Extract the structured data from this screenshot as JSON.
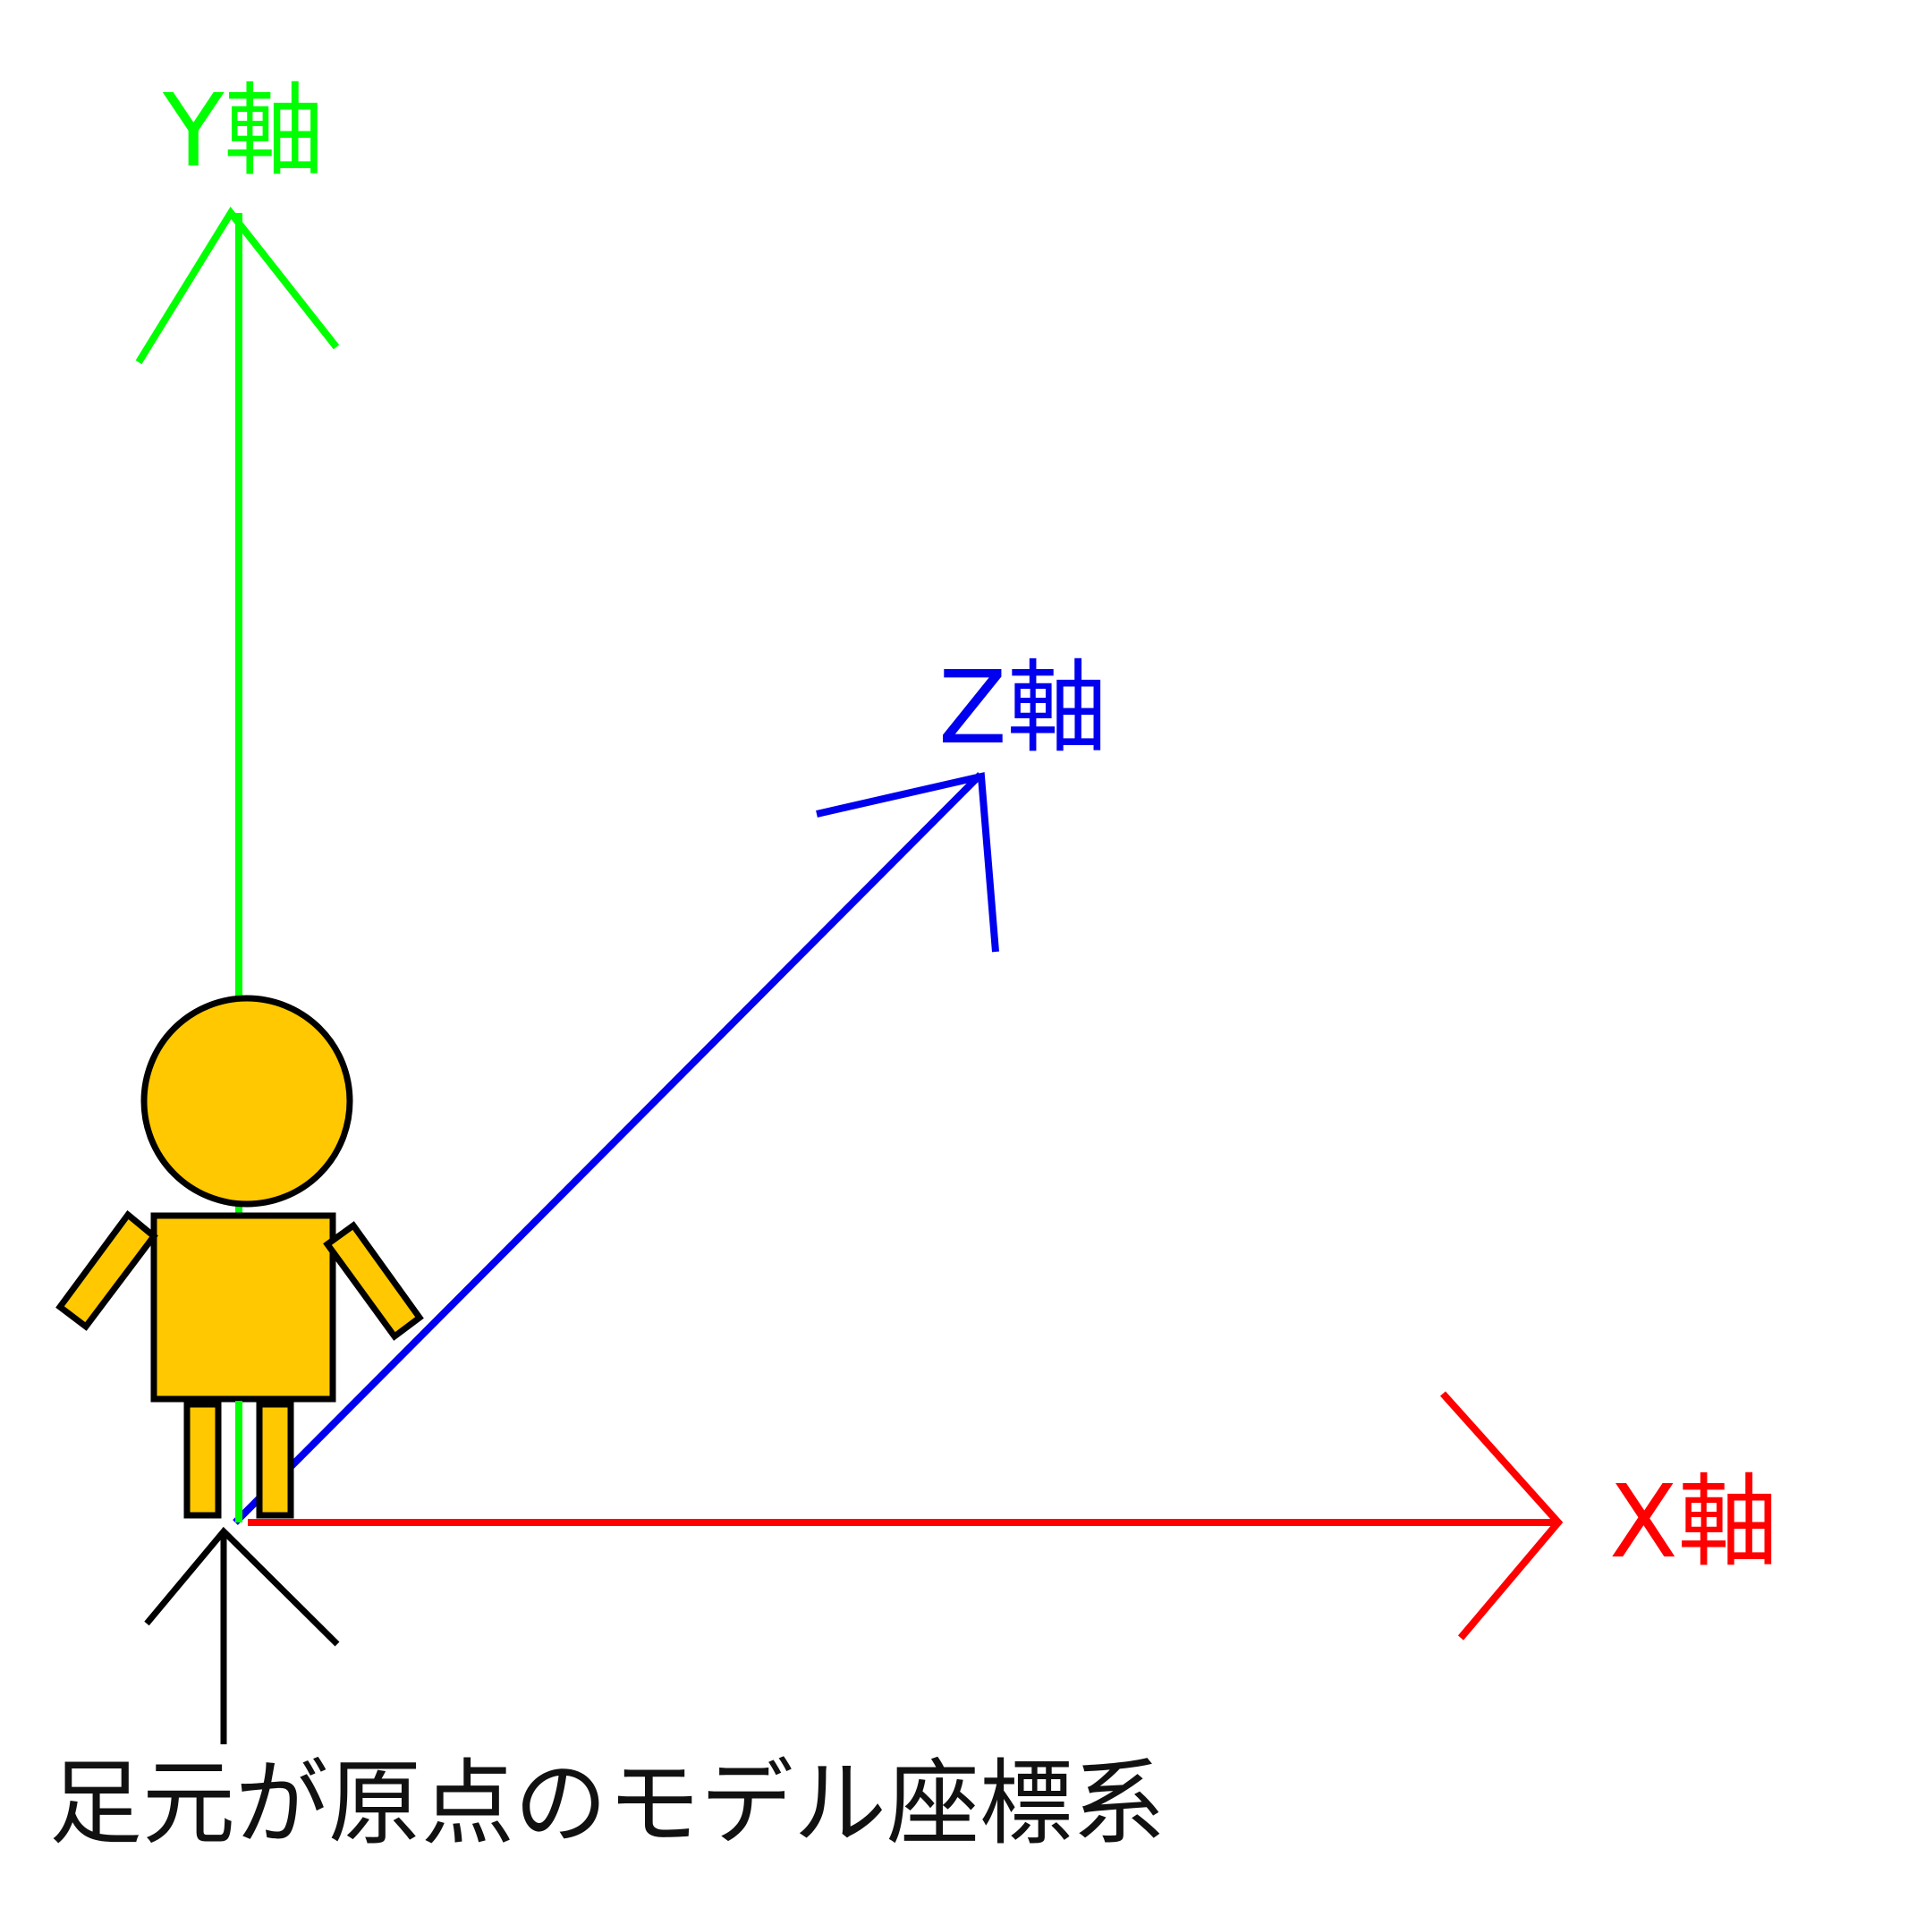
{
  "labels": {
    "y_axis": "Y軸",
    "z_axis": "Z軸",
    "x_axis": "X軸",
    "caption": "足元が原点のモデル座標系"
  },
  "colors": {
    "y_axis": "#00ff00",
    "z_axis": "#0000ee",
    "x_axis": "#ff0000",
    "figure_fill": "#ffc800",
    "outline": "#000000",
    "caption": "#111111",
    "background": "#ffffff"
  }
}
